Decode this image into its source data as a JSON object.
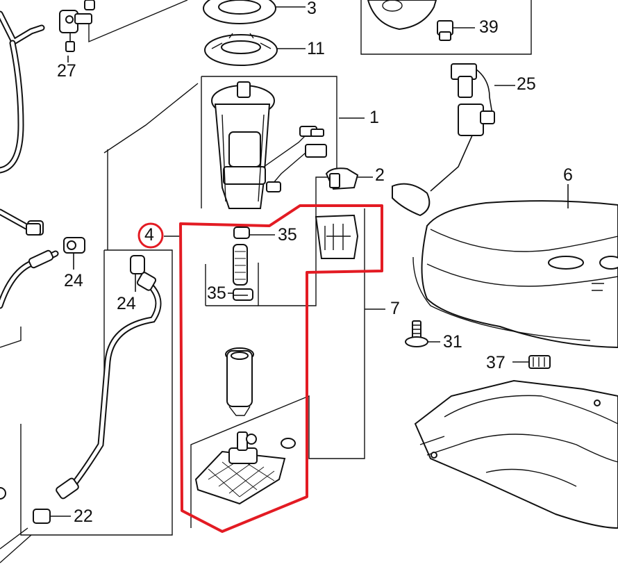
{
  "callouts": {
    "c1": "1",
    "c2": "2",
    "c3": "3",
    "c4": "4",
    "c6": "6",
    "c7": "7",
    "c11": "11",
    "c22": "22",
    "c24a": "24",
    "c24b": "24",
    "c25": "25",
    "c27": "27",
    "c31": "31",
    "c35a": "35",
    "c35b": "35",
    "c37": "37",
    "c39": "39"
  },
  "colors": {
    "highlight": "#e31b23",
    "line": "#111111",
    "background": "#ffffff"
  }
}
